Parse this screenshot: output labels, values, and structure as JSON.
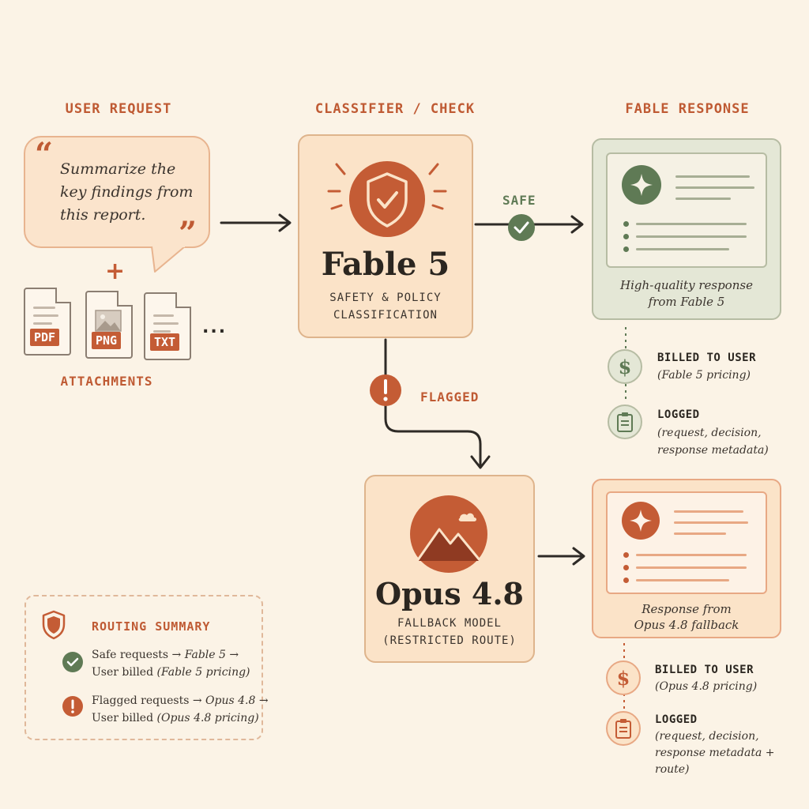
{
  "columns": {
    "user_request": "USER REQUEST",
    "classifier": "CLASSIFIER / CHECK",
    "fable_response": "FABLE RESPONSE"
  },
  "request": {
    "text": "Summarize the key findings from this report.",
    "plus": "+",
    "attachments_label": "ATTACHMENTS",
    "files": [
      "PDF",
      "PNG",
      "TXT"
    ],
    "more": "..."
  },
  "fable": {
    "name": "Fable 5",
    "subtitle_line1": "SAFETY & POLICY",
    "subtitle_line2": "CLASSIFICATION"
  },
  "edges": {
    "safe": "SAFE",
    "flagged": "FLAGGED"
  },
  "opus": {
    "name": "Opus 4.8",
    "subtitle_line1": "FALLBACK MODEL",
    "subtitle_line2": "(RESTRICTED ROUTE)"
  },
  "safe_response": {
    "caption_line1": "High-quality response",
    "caption_line2": "from Fable 5",
    "billed_title": "BILLED TO USER",
    "billed_sub": "(Fable 5 pricing)",
    "logged_title": "LOGGED",
    "logged_sub_line1": "(request, decision,",
    "logged_sub_line2": "response metadata)"
  },
  "opus_response": {
    "caption_line1": "Response from",
    "caption_line2": "Opus 4.8 fallback",
    "billed_title": "BILLED TO USER",
    "billed_sub": "(Opus 4.8 pricing)",
    "logged_title": "LOGGED",
    "logged_sub_line1": "(request, decision,",
    "logged_sub_line2": "response metadata + route)"
  },
  "summary": {
    "title": "ROUTING SUMMARY",
    "safe_line1_a": "Safe requests → ",
    "safe_line1_b": "Fable 5",
    "safe_line1_c": " →",
    "safe_line2_a": "User billed ",
    "safe_line2_b": "(Fable 5 pricing)",
    "flag_line1_a": "Flagged requests → ",
    "flag_line1_b": "Opus 4.8",
    "flag_line1_c": " →",
    "flag_line2_a": "User billed ",
    "flag_line2_b": "(Opus 4.8 pricing)"
  },
  "colors": {
    "accent": "#c45c35",
    "safe_green": "#5f7a55",
    "background": "#fbf3e6"
  }
}
